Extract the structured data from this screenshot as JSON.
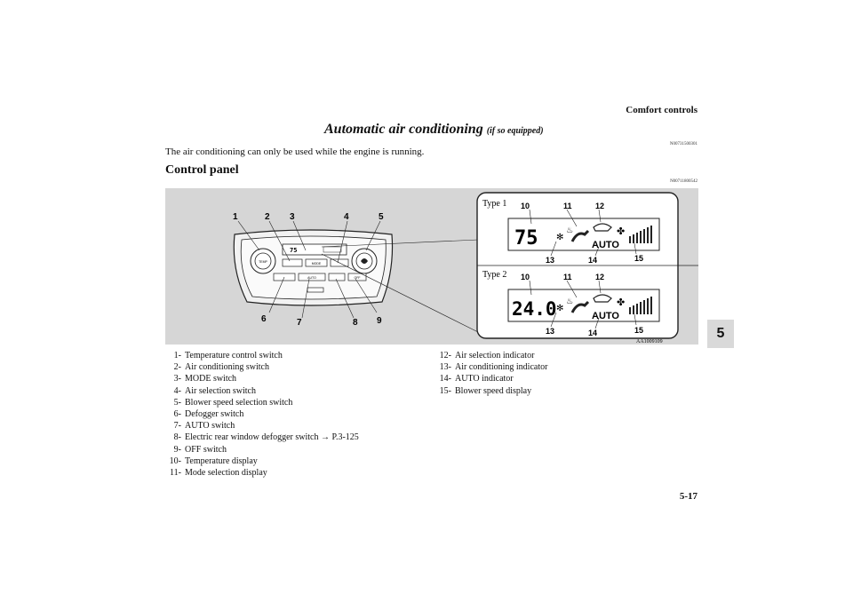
{
  "header": {
    "section_title": "Comfort controls",
    "page_number": "5-17",
    "chapter_tab": "5"
  },
  "title": {
    "main": "Automatic air conditioning",
    "qualifier": "(if so equipped)",
    "code": "N00731500301"
  },
  "intro": "The air conditioning can only be used while the engine is running.",
  "section": {
    "heading": "Control panel",
    "code": "N00711800542"
  },
  "figure": {
    "code": "AA1009109",
    "callouts_left": [
      "1",
      "2",
      "3",
      "4",
      "5",
      "6",
      "7",
      "8",
      "9"
    ],
    "panel_labels": {
      "temp": "TEMP",
      "mode": "MODE",
      "auto": "AUTO",
      "off": "OFF"
    },
    "types": [
      {
        "label": "Type 1",
        "temperature": "75",
        "auto": "AUTO",
        "callouts": [
          "10",
          "11",
          "12",
          "13",
          "14",
          "15"
        ]
      },
      {
        "label": "Type 2",
        "temperature": "24.0",
        "auto": "AUTO",
        "callouts": [
          "10",
          "11",
          "12",
          "13",
          "14",
          "15"
        ]
      }
    ]
  },
  "items_left": [
    {
      "num": "1-",
      "text": "Temperature control switch"
    },
    {
      "num": "2-",
      "text": "Air conditioning switch"
    },
    {
      "num": "3-",
      "text": "MODE switch"
    },
    {
      "num": "4-",
      "text": "Air selection switch"
    },
    {
      "num": "5-",
      "text": "Blower speed selection switch"
    },
    {
      "num": "6-",
      "text": "Defogger switch"
    },
    {
      "num": "7-",
      "text": "AUTO switch"
    },
    {
      "num": "8-",
      "text": "Electric rear window defogger switch → P.3-125"
    },
    {
      "num": "9-",
      "text": "OFF switch"
    },
    {
      "num": "10-",
      "text": "Temperature display"
    },
    {
      "num": "11-",
      "text": "Mode selection display"
    }
  ],
  "items_right": [
    {
      "num": "12-",
      "text": "Air selection indicator"
    },
    {
      "num": "13-",
      "text": "Air conditioning indicator"
    },
    {
      "num": "14-",
      "text": "AUTO indicator"
    },
    {
      "num": "15-",
      "text": "Blower speed display"
    }
  ]
}
